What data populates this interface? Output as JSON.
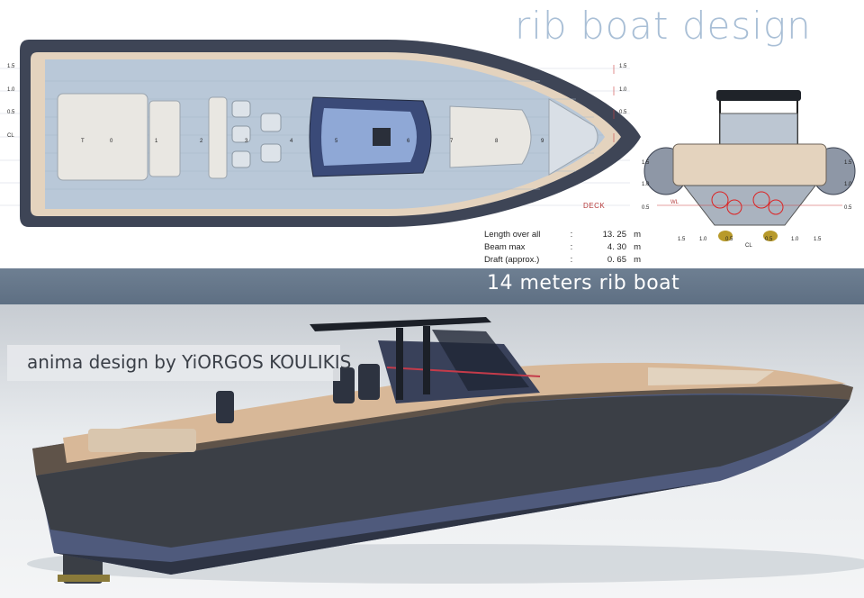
{
  "header": {
    "title": "rib boat design"
  },
  "plan_view": {
    "deck_label": "DECK",
    "waterline_labels": [
      "1.5",
      "1.0",
      "0.5",
      "CL"
    ],
    "station_labels": [
      "T",
      "0",
      "1",
      "2",
      "3",
      "4",
      "5",
      "6",
      "7",
      "8",
      "9"
    ],
    "right_labels": [
      "1.5",
      "1.0",
      "0.5"
    ]
  },
  "section_view": {
    "left_labels": [
      "1.5",
      "1.0",
      "0.5"
    ],
    "right_labels": [
      "1.5",
      "1.0",
      "0.5"
    ],
    "bottom_labels": [
      "1.5",
      "1.0",
      "0.5",
      "CL",
      "0.5",
      "1.0",
      "1.5"
    ],
    "wl_label": "WL"
  },
  "specs": [
    {
      "label": "Length over all",
      "sep": ":",
      "value": "13. 25",
      "unit": "m"
    },
    {
      "label": "Beam max",
      "sep": ":",
      "value": "4. 30",
      "unit": "m"
    },
    {
      "label": "Draft  (approx.)",
      "sep": ":",
      "value": "0. 65",
      "unit": "m"
    }
  ],
  "banner": {
    "text": "14 meters rib boat"
  },
  "credit": {
    "text": "anima design by YiORGOS KOULIKIS"
  },
  "colors": {
    "band": "#66778b",
    "title": "#a9bfd6",
    "tube": "#3e4556",
    "deck": "#b9c8d8"
  }
}
